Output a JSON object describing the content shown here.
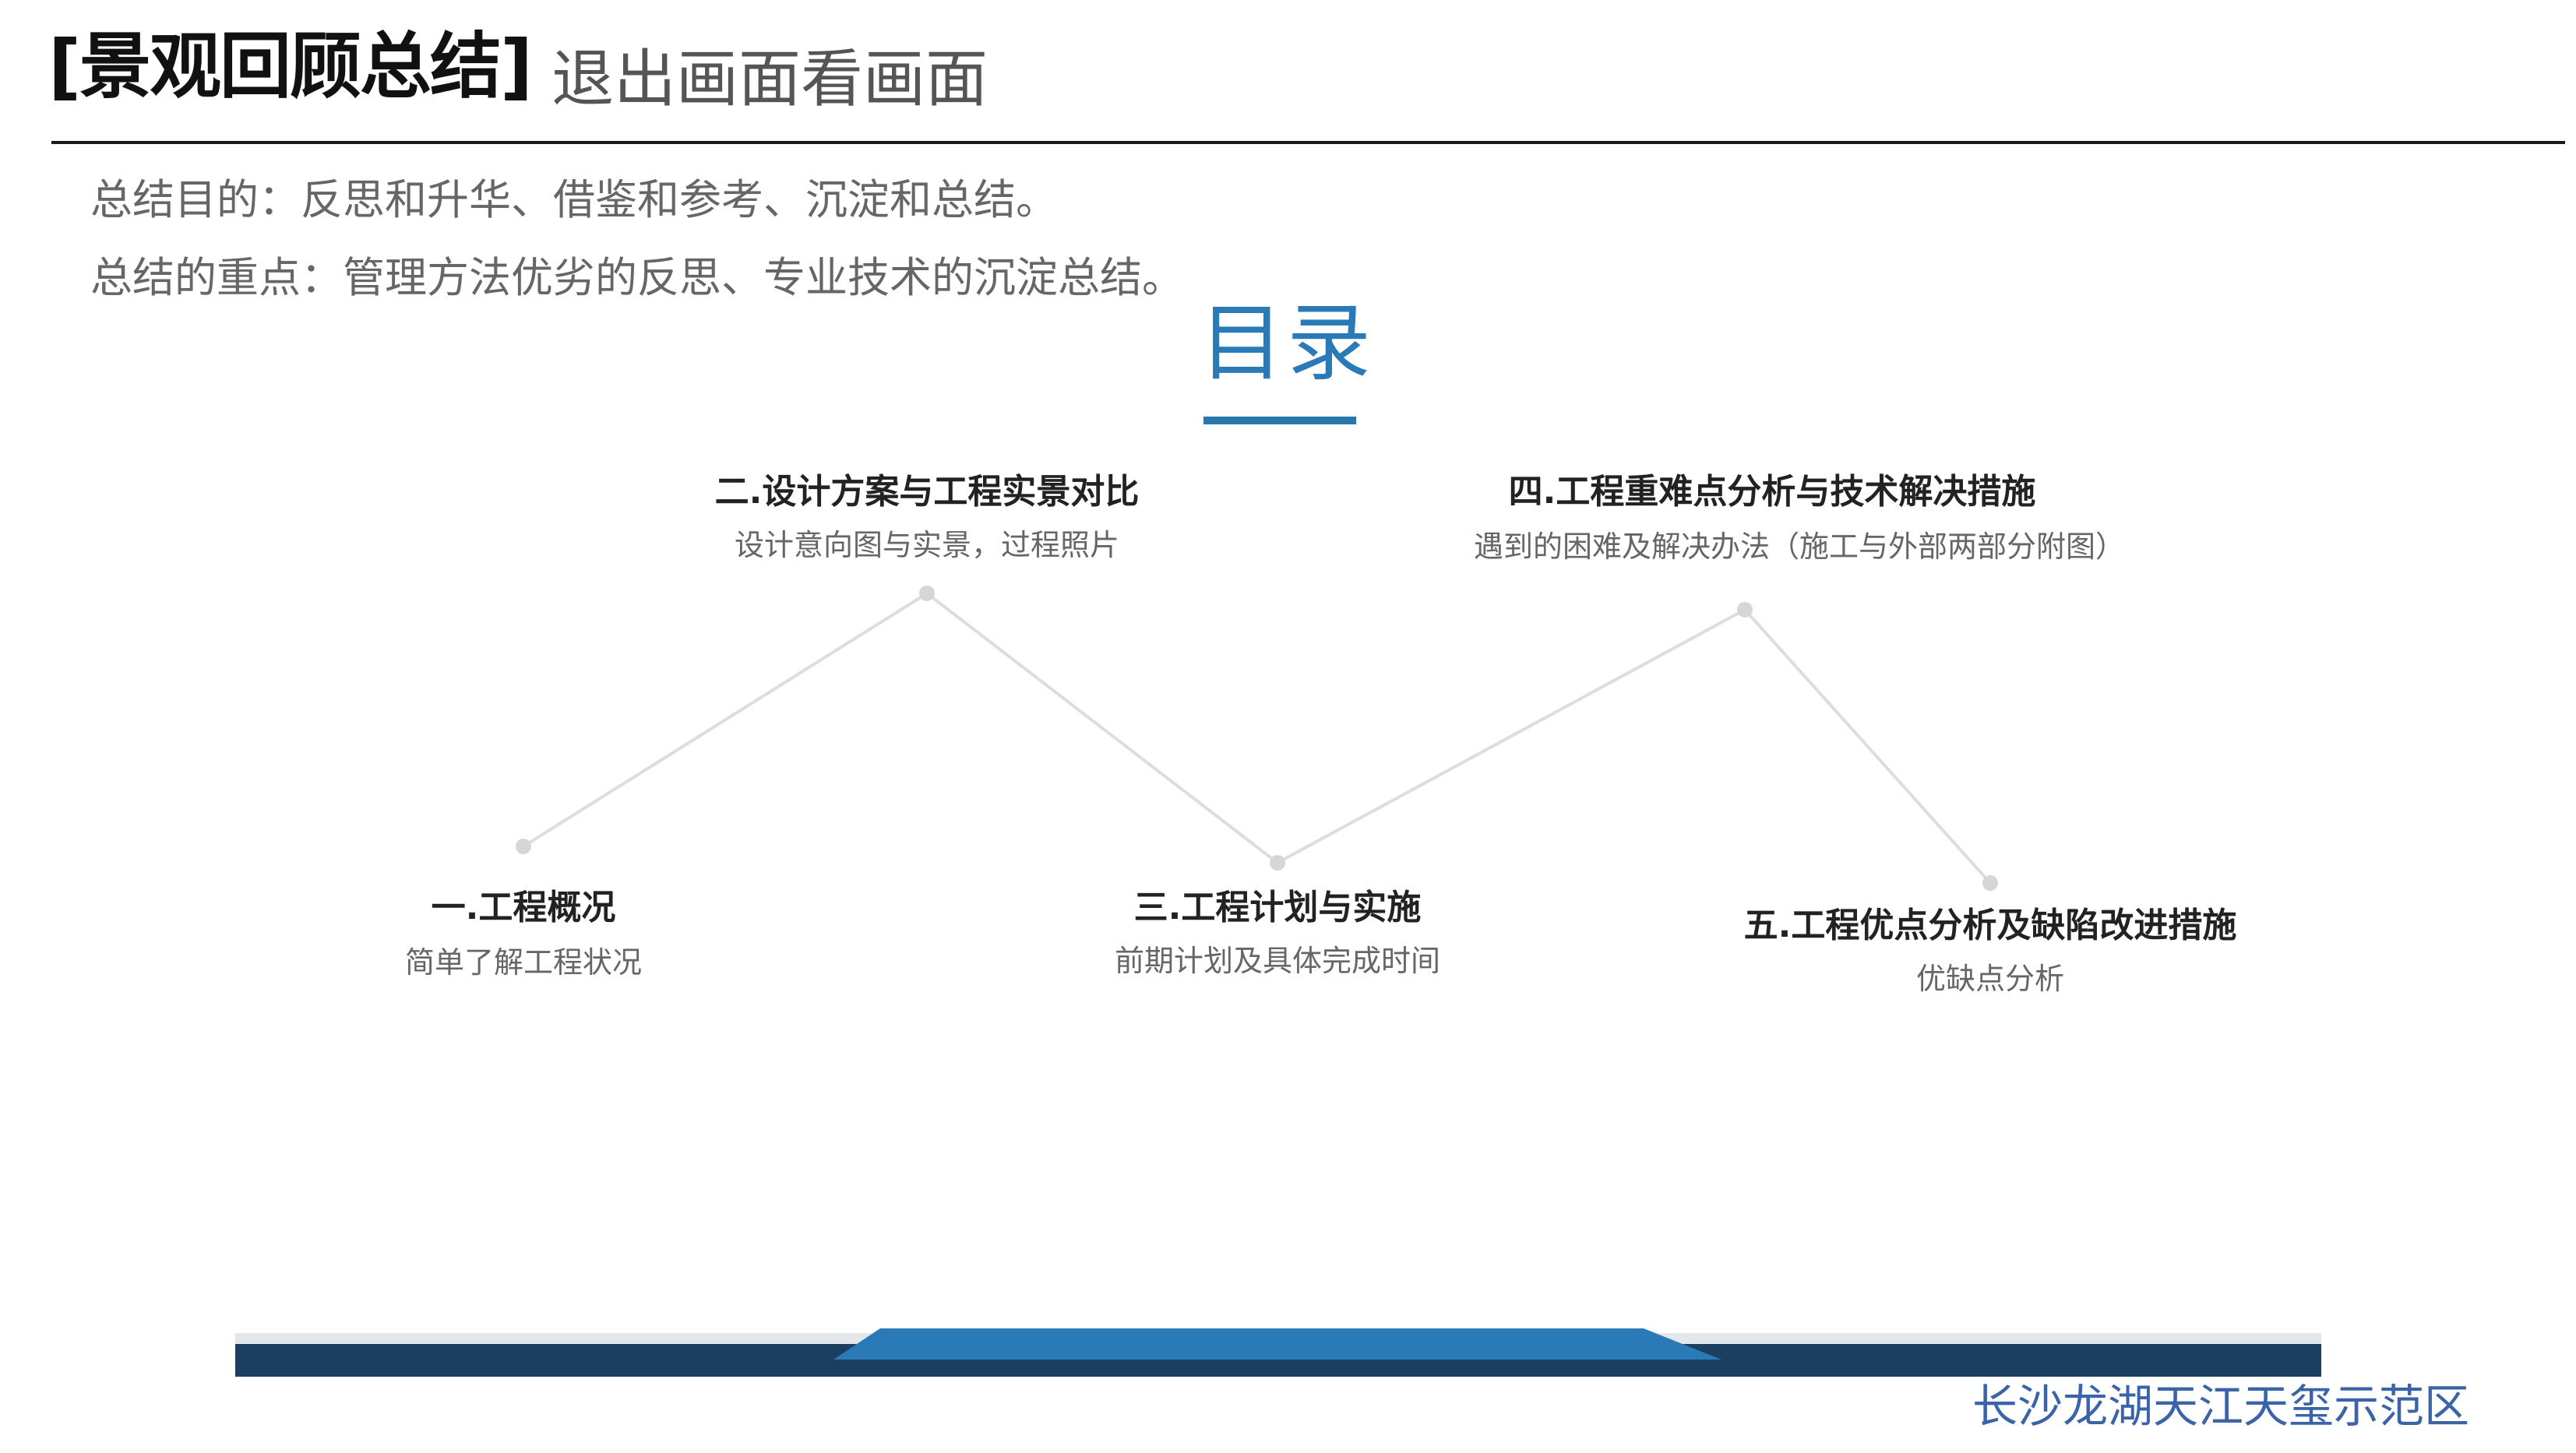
{
  "header": {
    "title": "[景观回顾总结]",
    "subtitle": "退出画面看画面"
  },
  "notes": [
    "总结目的：反思和升华、借鉴和参考、沉淀和总结。",
    "总结的重点：管理方法优劣的反思、专业技术的沉淀总结。"
  ],
  "toc": {
    "title": "目录",
    "accent_color": "#2a7ab8",
    "items": [
      {
        "title": "一.工程概况",
        "subtitle": "简单了解工程状况"
      },
      {
        "title": "二.设计方案与工程实景对比",
        "subtitle": "设计意向图与实景，过程照片"
      },
      {
        "title": "三.工程计划与实施",
        "subtitle": "前期计划及具体完成时间"
      },
      {
        "title": "四.工程重难点分析与技术解决措施",
        "subtitle": "遇到的困难及解决办法（施工与外部两部分附图）"
      },
      {
        "title": "五.工程优点分析及缺陷改进措施",
        "subtitle": "优缺点分析"
      }
    ]
  },
  "footer": {
    "brand": "长沙龙湖天江天玺示范区",
    "bar_color": "#1c3e5f",
    "tab_color": "#2a7ab8"
  }
}
